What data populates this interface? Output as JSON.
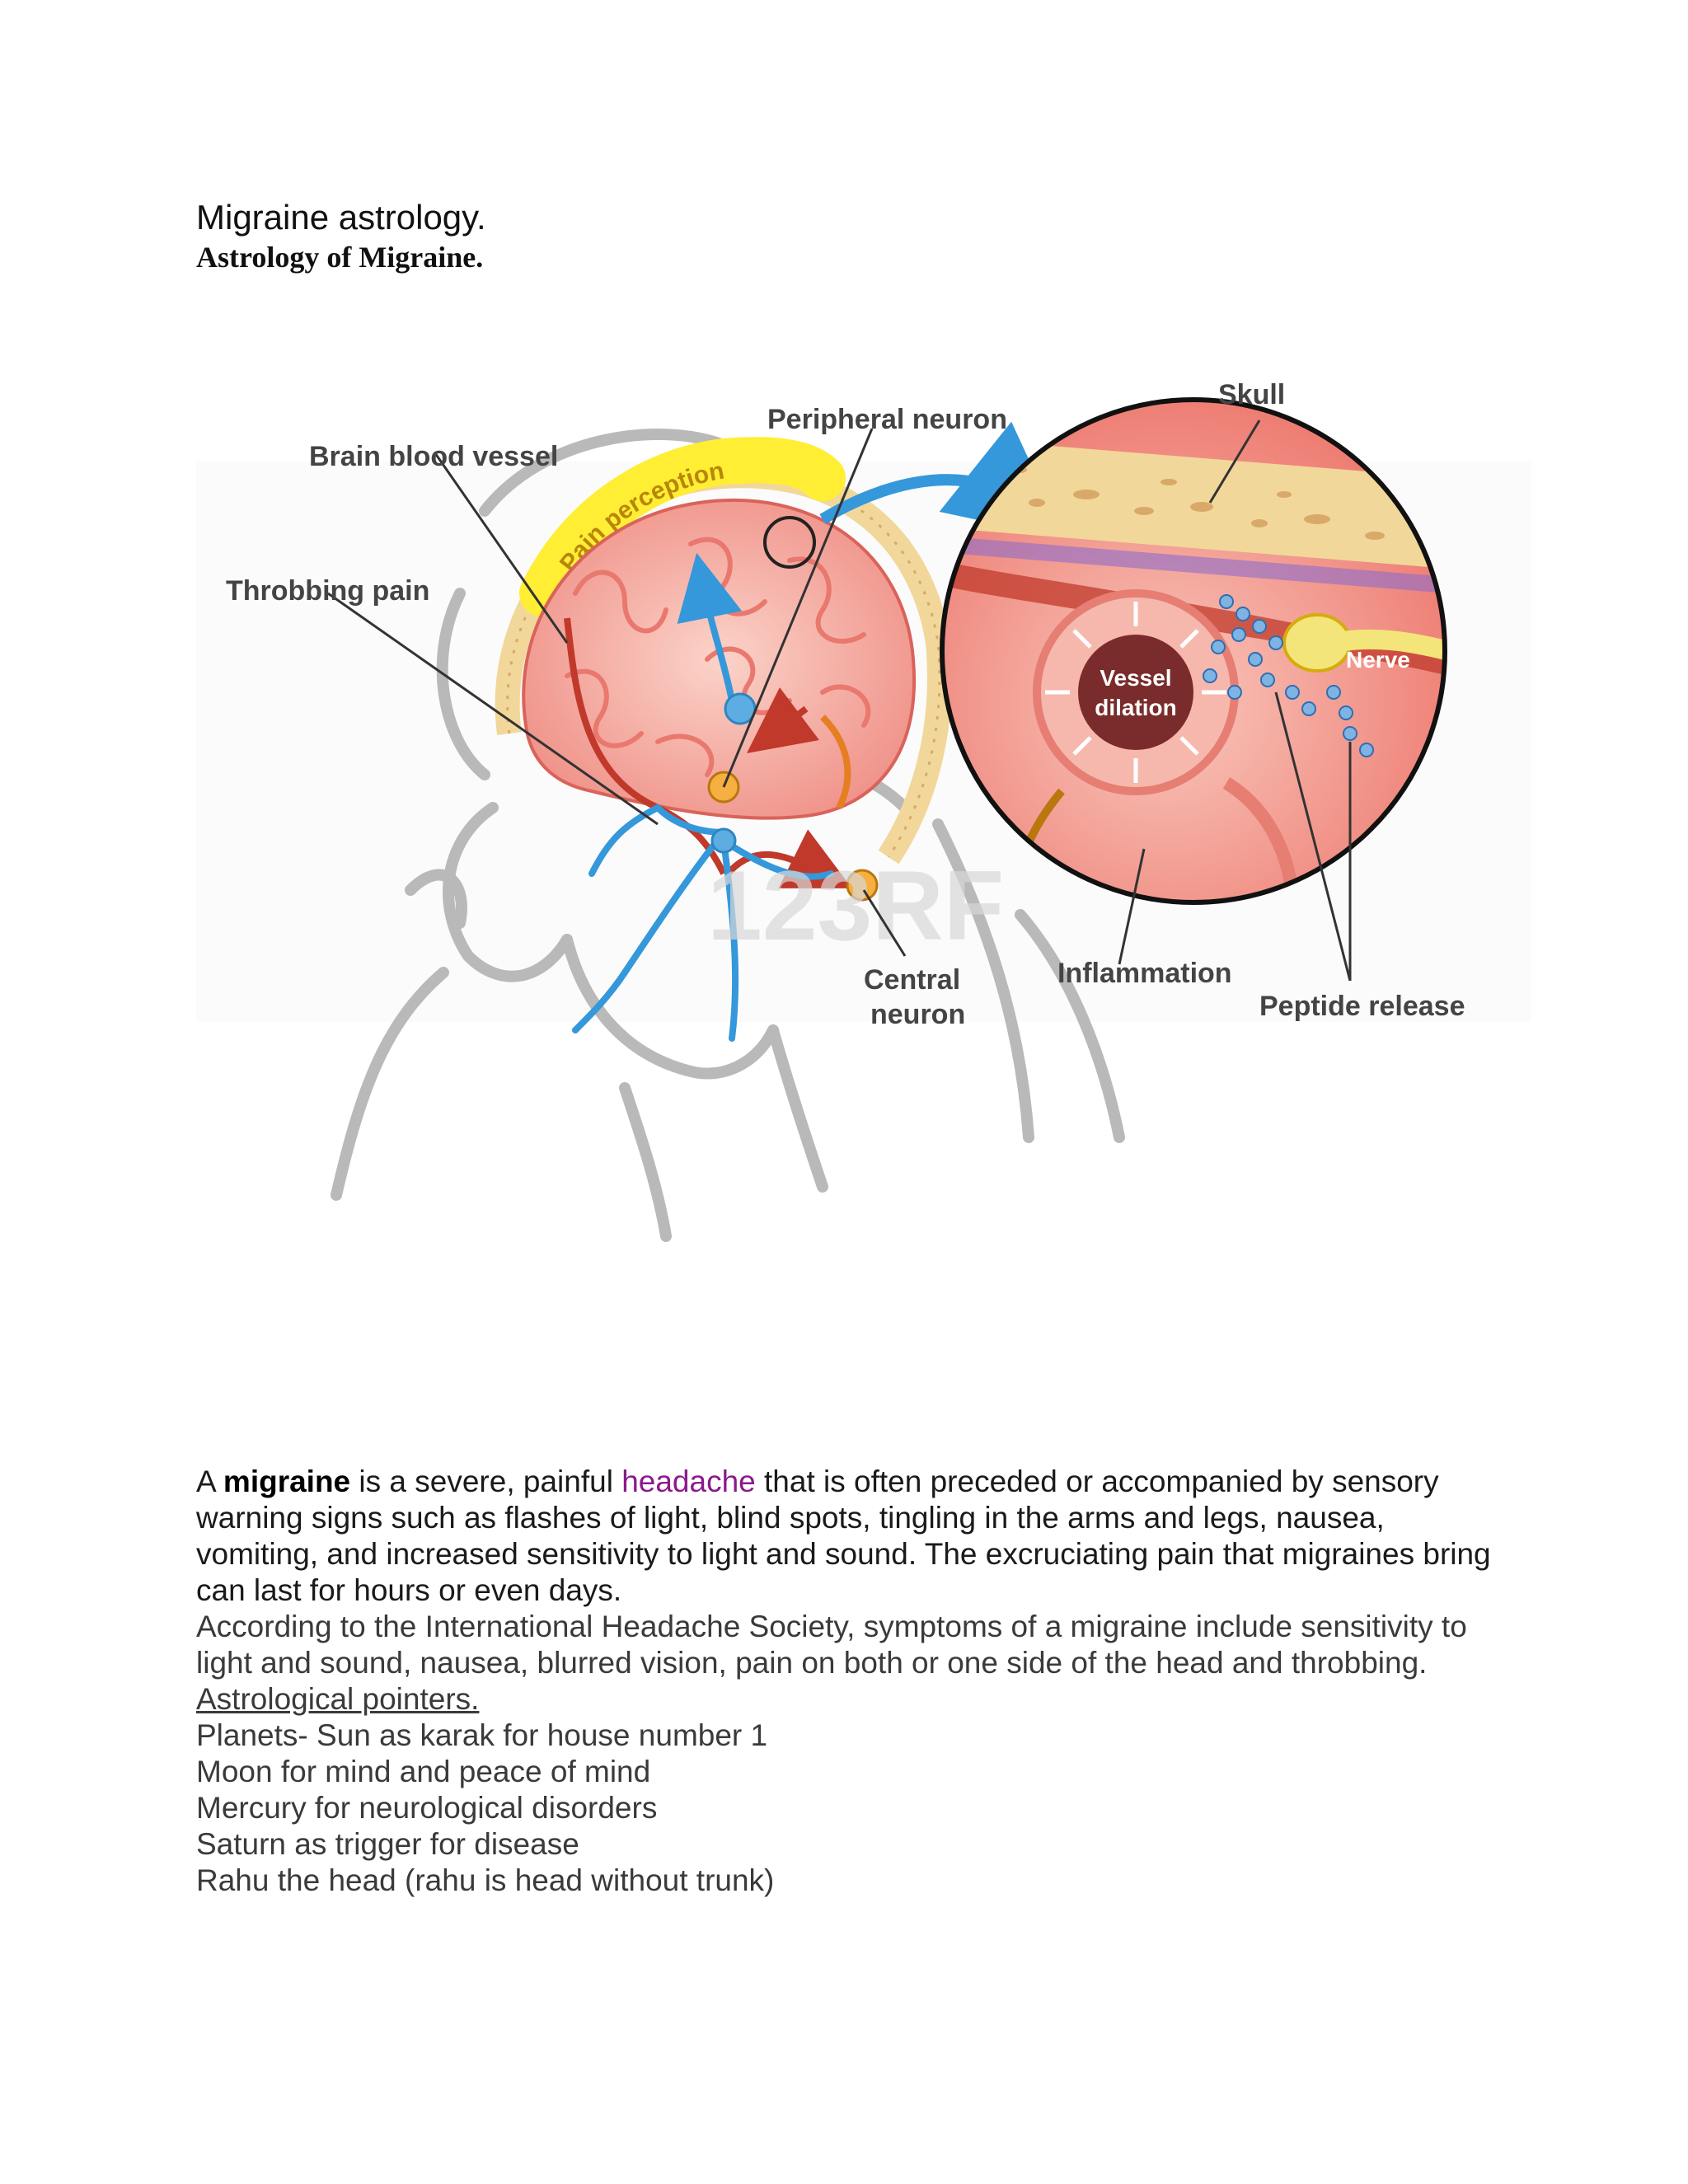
{
  "title": "Migraine astrology.",
  "subtitle": "Astrology of Migraine.",
  "figure": {
    "labels": {
      "skull": "Skull",
      "peripheral_neuron": "Peripheral neuron",
      "brain_blood_vessel": "Brain blood vessel",
      "throbbing_pain": "Throbbing pain",
      "pain_perception": "Pain perception",
      "nerve": "Nerve",
      "vessel_line1": "Vessel",
      "vessel_line2": "dilation",
      "central_line1": "Central",
      "central_line2": "neuron",
      "inflammation": "Inflammation",
      "peptide_release": "Peptide release"
    },
    "watermark": "123RF"
  },
  "body": {
    "intro": {
      "part1": "A ",
      "bold_term": "migraine",
      "part2": " is a severe, painful ",
      "link_term": "headache",
      "part3": " that is often preceded or accompanied by sensory warning signs such as flashes of light, blind spots, tingling in the arms and legs, nausea, vomiting, and increased sensitivity to light and sound. The excruciating pain that migraines bring can last for hours or even days."
    },
    "ihs_paragraph": "According to the International Headache Society, symptoms of a migraine include sensitivity to light and sound, nausea, blurred vision, pain on both or one side of the head and throbbing.",
    "pointers_heading": "Astrological pointers.",
    "pointers": [
      "Planets- Sun as karak for house number 1",
      "Moon for mind and peace of mind",
      "Mercury for neurological disorders",
      "Saturn as trigger for disease",
      "Rahu the head (rahu is head without trunk)"
    ]
  },
  "colors": {
    "brain": "#f4a9a0",
    "skull": "#f2d79a",
    "pain_band": "#ffee33",
    "nerve_blue": "#2e86c1",
    "vessel_red": "#c0392b",
    "link_purple": "#8b1a8b"
  }
}
